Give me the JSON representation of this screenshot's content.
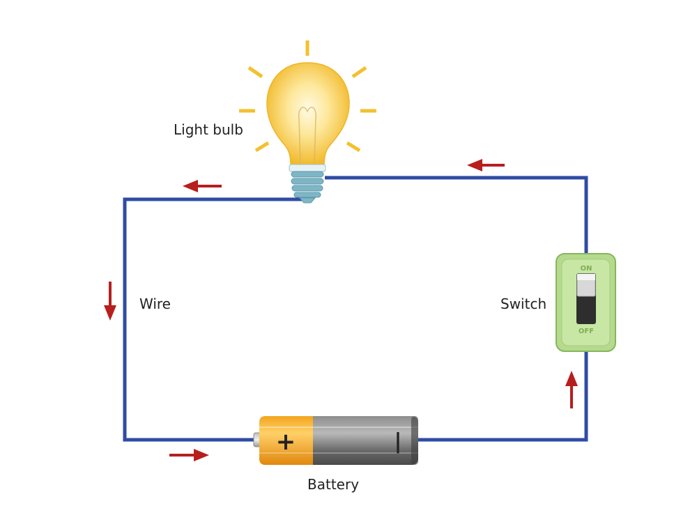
{
  "labels": {
    "light_bulb": "Light bulb",
    "wire": "Wire",
    "switch": "Switch",
    "battery": "Battery"
  },
  "switch_face": {
    "on": "ON",
    "off": "OFF"
  },
  "battery_face": {
    "positive": "+",
    "negative": "|"
  },
  "colors": {
    "wire": "#2f4ca4",
    "arrow": "#b81e1e",
    "bulb_glow": "#f6c84b",
    "ray": "#f2c12e",
    "bulb_base": "#7fb6c6",
    "switch_body": "#b5d98d",
    "battery_positive": "#f5a623",
    "battery_body": "#6b6b6b"
  },
  "icons": [
    "light-bulb-icon",
    "battery-icon",
    "switch-icon",
    "current-arrow-icon"
  ]
}
